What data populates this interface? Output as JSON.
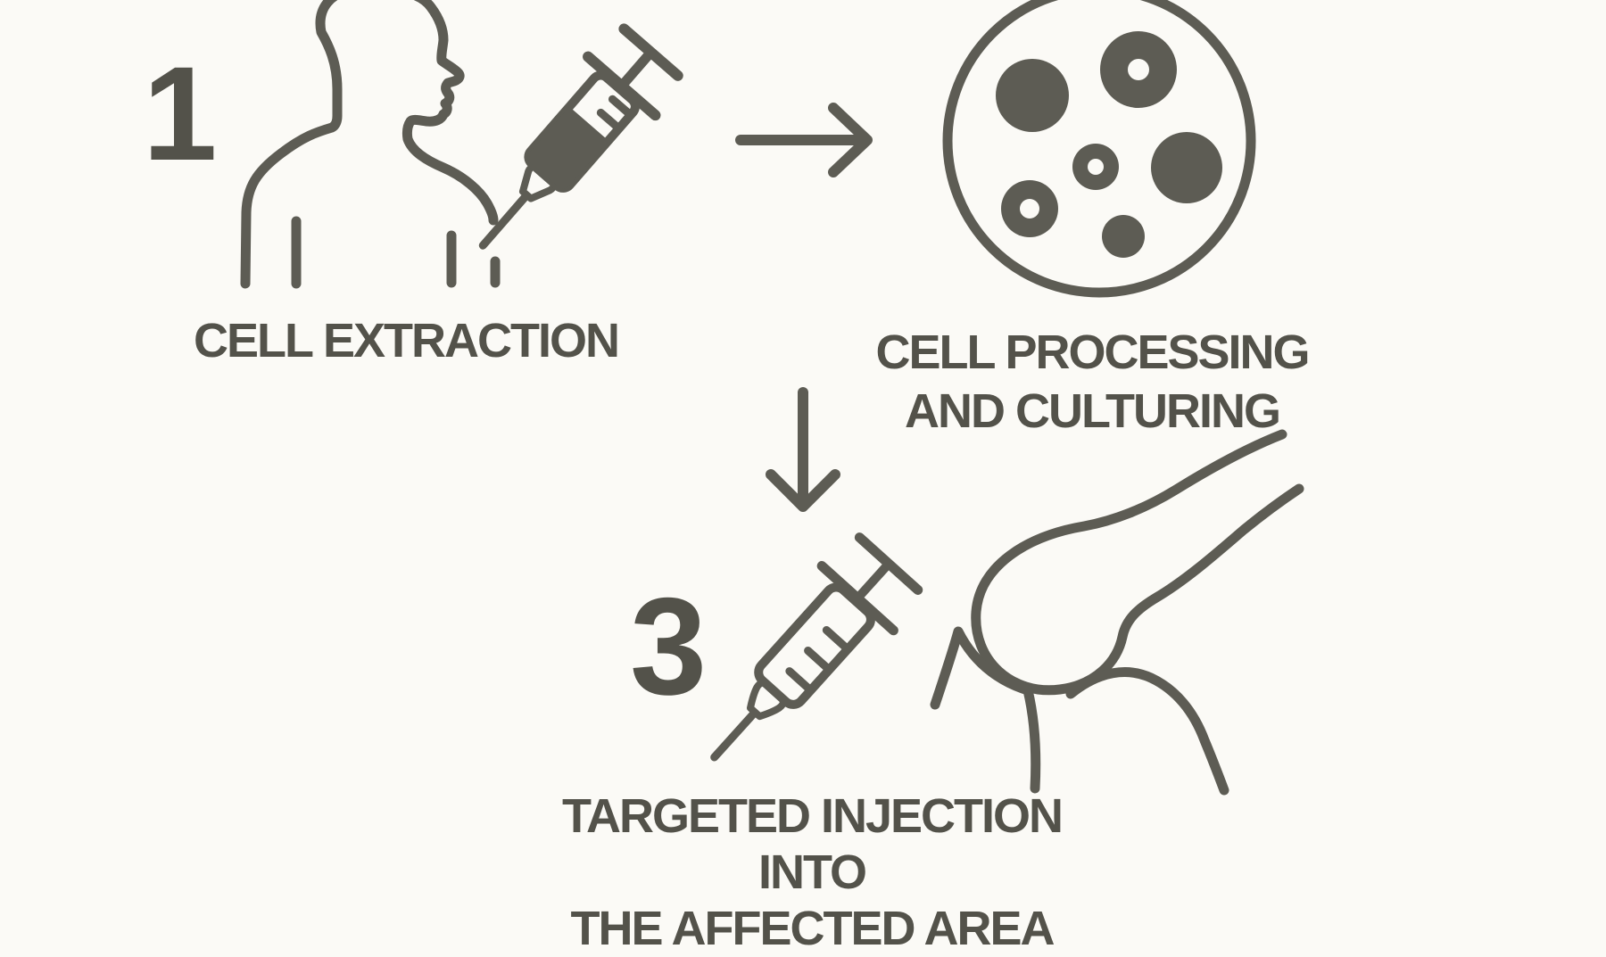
{
  "colors": {
    "background": "#fbfaf6",
    "ink": "#5d5c54",
    "text": "#53524a"
  },
  "steps": [
    {
      "number": "1",
      "label_lines": [
        "CELL EXTRACTION"
      ],
      "icons": [
        "person-profile-icon",
        "syringe-filled-icon"
      ]
    },
    {
      "number": "",
      "label_lines": [
        "CELL PROCESSING",
        "AND CULTURING"
      ],
      "icons": [
        "petri-dish-icon"
      ]
    },
    {
      "number": "3",
      "label_lines": [
        "TARGETED INJECTION INTO",
        "THE AFFECTED AREA"
      ],
      "icons": [
        "syringe-outline-icon",
        "bone-joint-icon"
      ]
    }
  ],
  "arrows": [
    {
      "name": "arrow-right",
      "direction": "right"
    },
    {
      "name": "arrow-down",
      "direction": "down"
    }
  ],
  "petri_dish": {
    "cell_count": 6,
    "cells_with_nucleus": 3,
    "solid_cells": 3
  }
}
